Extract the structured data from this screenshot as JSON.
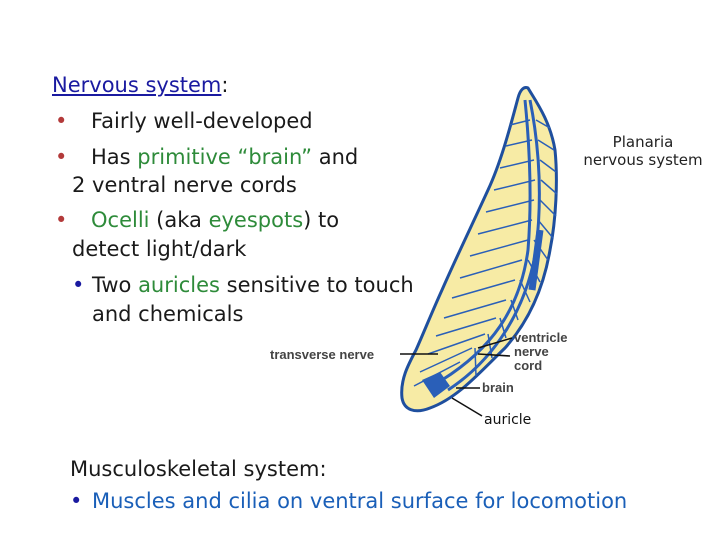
{
  "nervous": {
    "heading": "Nervous system",
    "colon": ":",
    "b1_text": "Fairly well-developed",
    "b2_pre": "Has ",
    "b2_green": "primitive “brain”",
    "b2_post": " and",
    "b2_cont": "2 ventral nerve cords",
    "b3_green1": "Ocelli",
    "b3_mid": " (aka ",
    "b3_green2": "eyespots",
    "b3_post": ") to",
    "b3_cont": "detect light/dark",
    "sub_pre": "Two ",
    "sub_green": "auricles",
    "sub_post": " sensitive to touch",
    "sub_cont": "and chemicals"
  },
  "figure": {
    "caption_line1": "Planaria",
    "caption_line2": "nervous system",
    "label_transverse": "transverse nerve",
    "label_ventricle1": "ventricle",
    "label_ventricle2": "nerve",
    "label_ventricle3": "cord",
    "label_brain": "brain",
    "label_auricle": "auricle"
  },
  "musculo": {
    "heading": "Musculoskeletal system:",
    "bullet_text": "Muscles and cilia on ventral surface for locomotion"
  },
  "colors": {
    "body_fill": "#f7eba5",
    "body_outline": "#1f4f9e",
    "nerve": "#2a5fb8",
    "green_text": "#2e8b3a",
    "bullet_red": "#b33a3a"
  }
}
